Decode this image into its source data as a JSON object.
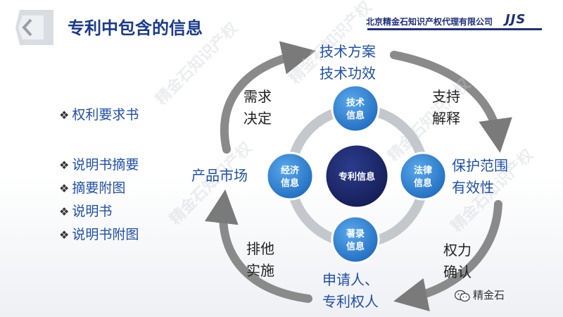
{
  "header": {
    "title": "专利中包含的信息",
    "company": "北京精金石知识产权代理有限公司",
    "logo": "JJS"
  },
  "left_list": {
    "group1": [
      "权利要求书"
    ],
    "group2": [
      "说明书摘要",
      "摘要附图",
      "说明书",
      "说明书附图"
    ]
  },
  "diagram": {
    "center": "专利信息",
    "nodes": {
      "top": [
        "技术",
        "信息"
      ],
      "right": [
        "法律",
        "信息"
      ],
      "bottom": [
        "著录",
        "信息"
      ],
      "left": [
        "经济",
        "信息"
      ]
    },
    "outer_labels": {
      "top": [
        "技术方案",
        "技术功效"
      ],
      "right": [
        "保护范围",
        "有效性"
      ],
      "bottom": [
        "申请人、",
        "专利权人"
      ],
      "left": [
        "产品市场"
      ]
    },
    "arrow_labels": {
      "top_left": [
        "需求",
        "决定"
      ],
      "top_right": [
        "支持",
        "解释"
      ],
      "bottom_right": [
        "权力",
        "确认"
      ],
      "bottom_left": [
        "排他",
        "实施"
      ]
    }
  },
  "watermark_text": "精金石知识产权",
  "wechat_label": "精金石",
  "colors": {
    "title": "#1a3a8c",
    "node_blue": "#2f7fcf",
    "center_navy": "#1e2a6e",
    "arrow_grey": "#777777",
    "label_blue": "#1f4fa8"
  }
}
